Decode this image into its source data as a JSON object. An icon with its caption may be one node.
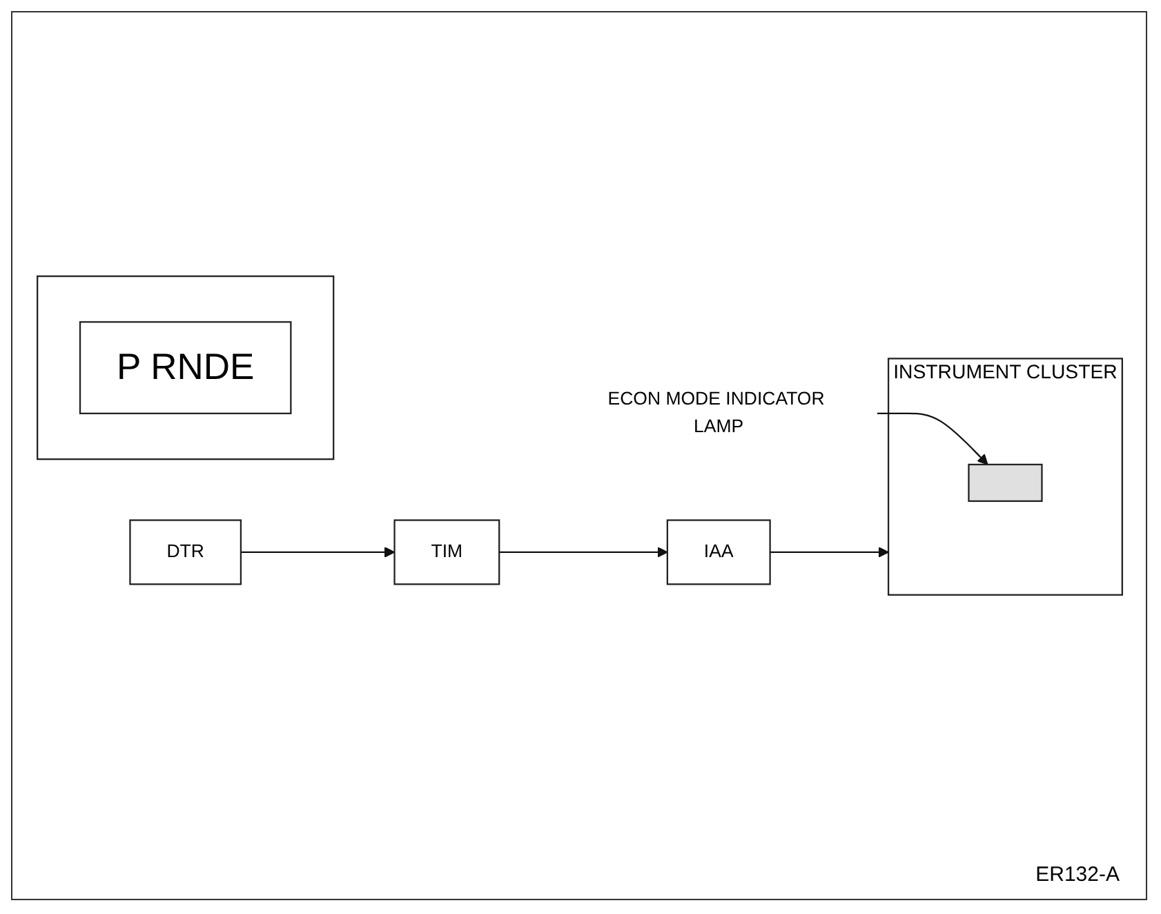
{
  "diagram": {
    "nodes": [
      {
        "text": [
          "DTR"
        ]
      },
      {
        "text": [
          "TIM"
        ]
      },
      {
        "text": [
          "IAA"
        ]
      },
      {
        "text": [
          "INSTRUMENT CLUSTER"
        ]
      },
      {
        "text": [],
        "shape": "box",
        "in": 3
      },
      {
        "text": [
          "ECON MODE INDICATOR LAMP"
        ]
      },
      {
        "text": [],
        "shape": "box"
      },
      {
        "text": [
          "P RNDE"
        ],
        "in": 6
      }
    ],
    "edges": [
      {
        "from": 0,
        "to": 1,
        "arrow": "to"
      },
      {
        "from": 1,
        "to": 2,
        "arrow": "to"
      },
      {
        "from": 2,
        "to": 3,
        "arrow": "to"
      },
      {
        "from": 5,
        "to": 4,
        "arrow": "to"
      }
    ],
    "labels": [
      "ER132-A"
    ]
  }
}
